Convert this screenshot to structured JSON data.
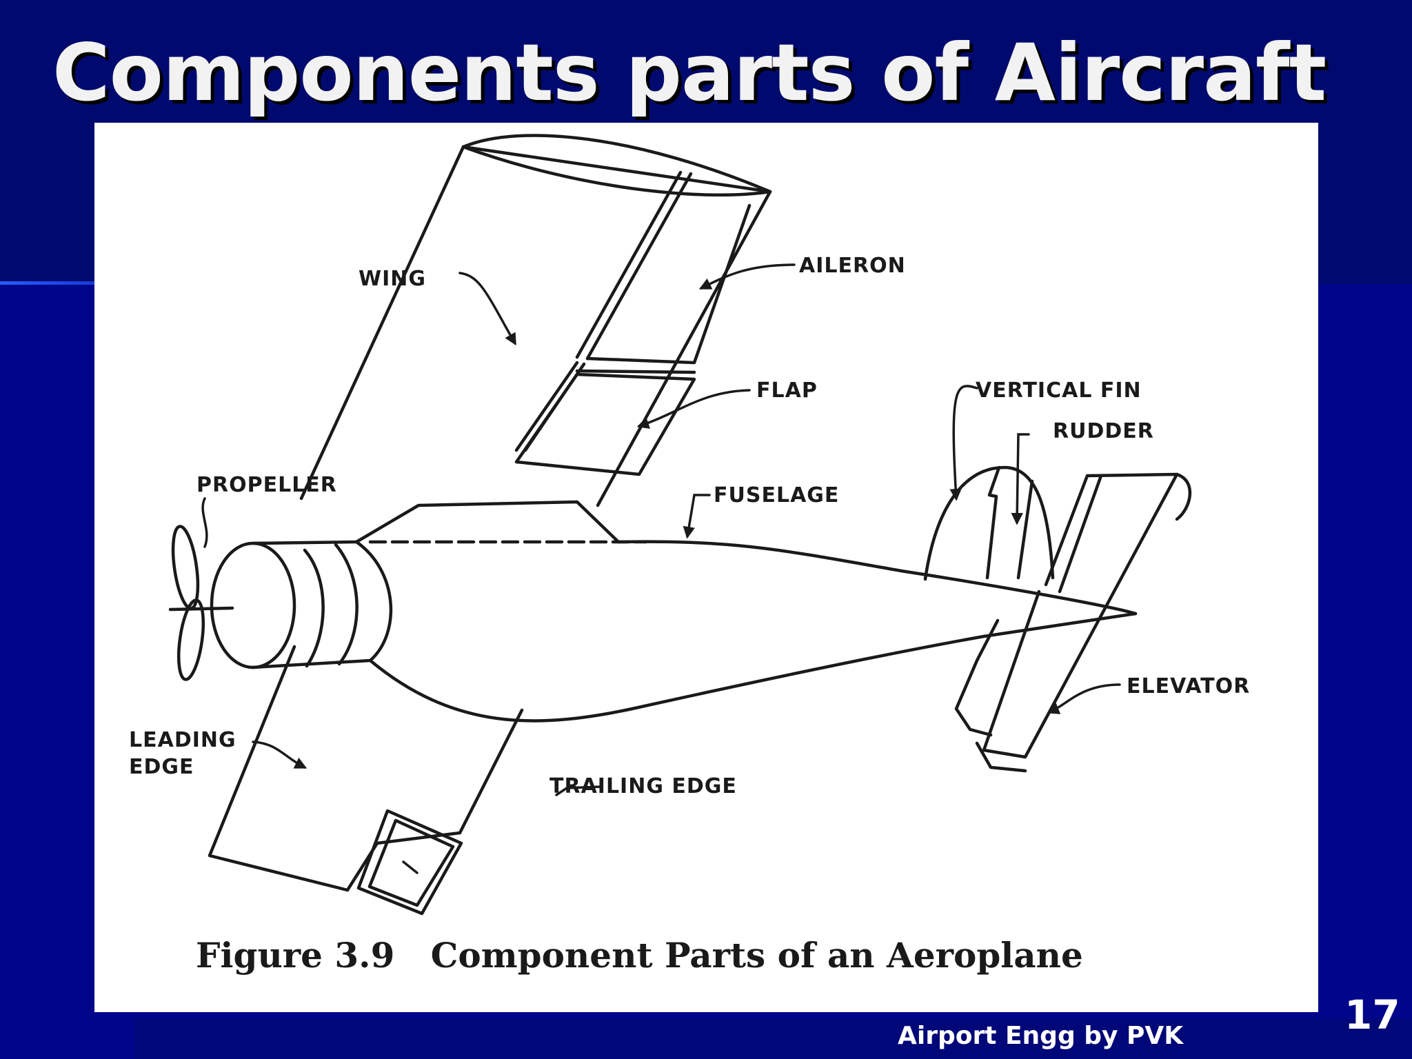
{
  "slide": {
    "title": "Components parts of Aircraft",
    "footer": "Airport Engg by PVK",
    "slide_number": "17"
  },
  "figure": {
    "caption": "Figure 3.9   Component Parts of an Aeroplane",
    "labels": {
      "wing": "WING",
      "aileron": "AILERON",
      "flap": "FLAP",
      "vertical_fin": "VERTICAL FIN",
      "rudder": "RUDDER",
      "propeller": "PROPELLER",
      "fuselage": "FUSELAGE",
      "elevator": "ELEVATOR",
      "leading_edge_line1": "LEADING",
      "leading_edge_line2": "EDGE",
      "trailing_edge": "TRAILING EDGE"
    }
  },
  "colors": {
    "background": "#00068a",
    "title_text": "#f2f2f2",
    "figure_background": "#ffffff",
    "ink": "#1a1a1a"
  }
}
